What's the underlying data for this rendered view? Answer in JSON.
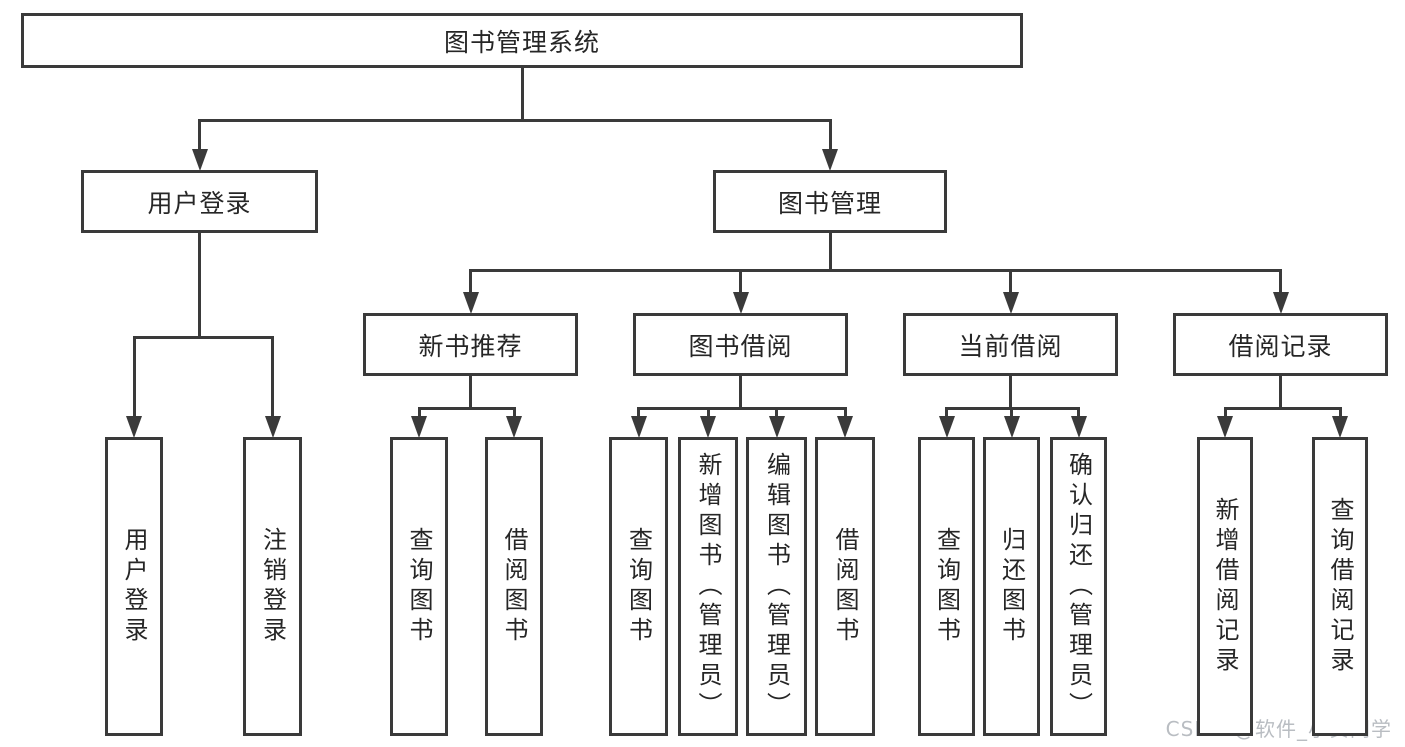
{
  "nodes": [
    {
      "id": "root",
      "label": "图书管理系统"
    },
    {
      "id": "user-login",
      "label": "用户登录"
    },
    {
      "id": "book-management",
      "label": "图书管理"
    },
    {
      "id": "new-book-recommend",
      "label": "新书推荐"
    },
    {
      "id": "book-borrowing",
      "label": "图书借阅"
    },
    {
      "id": "current-borrowing",
      "label": "当前借阅"
    },
    {
      "id": "borrowing-records",
      "label": "借阅记录"
    },
    {
      "id": "leaf-user-login",
      "label": "用户登录"
    },
    {
      "id": "leaf-logout",
      "label": "注销登录"
    },
    {
      "id": "leaf-query-books-recommend",
      "label": "查询图书"
    },
    {
      "id": "leaf-borrow-books-recommend",
      "label": "借阅图书"
    },
    {
      "id": "leaf-query-books-borrowing",
      "label": "查询图书"
    },
    {
      "id": "leaf-add-book-admin",
      "label": "新增图书（管理员）"
    },
    {
      "id": "leaf-edit-book-admin",
      "label": "编辑图书（管理员）"
    },
    {
      "id": "leaf-borrow-books-borrowing",
      "label": "借阅图书"
    },
    {
      "id": "leaf-query-books-current",
      "label": "查询图书"
    },
    {
      "id": "leaf-return-book",
      "label": "归还图书"
    },
    {
      "id": "leaf-confirm-return-admin",
      "label": "确认归还（管理员）"
    },
    {
      "id": "leaf-add-borrow-record",
      "label": "新增借阅记录"
    },
    {
      "id": "leaf-query-borrow-record",
      "label": "查询借阅记录"
    }
  ],
  "watermark": {
    "text": "CSDN @软件_小贺同学"
  },
  "colors": {
    "stroke": "#3a3a3a",
    "text": "#262626",
    "watermark": "#b9bdc2",
    "background": "#ffffff"
  }
}
